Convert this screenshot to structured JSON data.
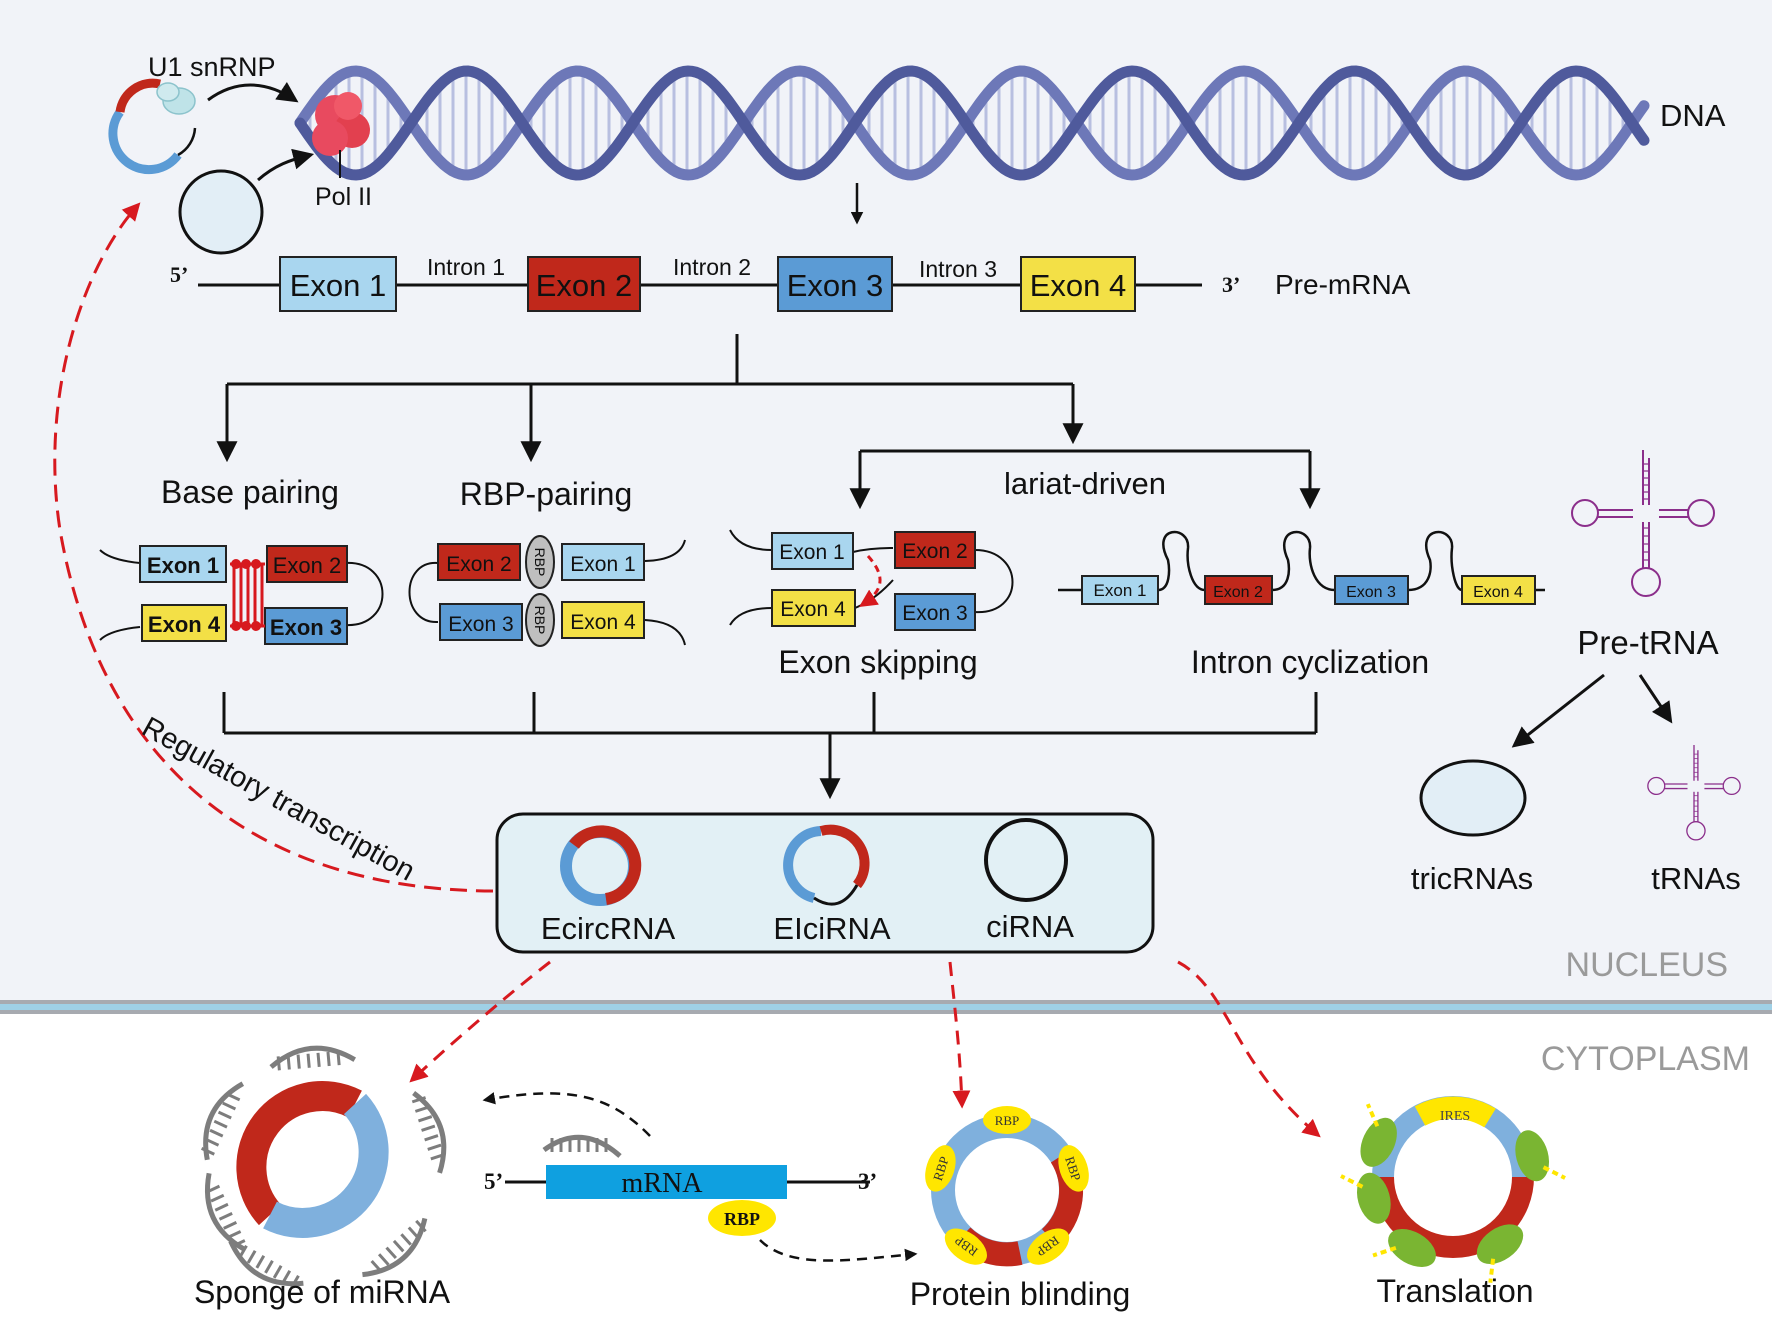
{
  "top_labels": {
    "u1": "U1 snRNP",
    "pol": "Pol II",
    "dna": "DNA",
    "pre_mrna": "Pre-mRNA",
    "five_prime": "5’",
    "three_prime": "3’"
  },
  "pre_mrna": {
    "exons": [
      "Exon 1",
      "Exon 2",
      "Exon 3",
      "Exon 4"
    ],
    "introns": [
      "Intron 1",
      "Intron 2",
      "Intron 3"
    ]
  },
  "mechanisms": {
    "base_pairing": "Base pairing",
    "rbp_pairing": "RBP-pairing",
    "lariat": "lariat-driven",
    "exon_skipping": "Exon skipping",
    "intron_cyclization": "Intron cyclization",
    "rbp": "RBP"
  },
  "circ_types": [
    "EcircRNA",
    "EIciRNA",
    "ciRNA"
  ],
  "regulatory": "Regulatory transcription",
  "trna": {
    "pre": "Pre-tRNA",
    "tric": "tricRNAs",
    "trnas": "tRNAs"
  },
  "compartments": {
    "nucleus": "NUCLEUS",
    "cytoplasm": "CYTOPLASM"
  },
  "functions": {
    "sponge": "Sponge of miRNA",
    "mrna": "mRNA",
    "mrna_5": "5’",
    "mrna_3": "3’",
    "rbp": "RBP",
    "protein": "Protein blinding",
    "translation": "Translation",
    "ires": "IRES"
  },
  "colors": {
    "exon1": "#a9d6ef",
    "exon2": "#c0281b",
    "exon3": "#5b9bd5",
    "exon4": "#f3e046",
    "dna": "#4f5a9c",
    "pol": "#e84a5f",
    "trna": "#8b2e8b",
    "rbp": "#ffe600",
    "green": "#7ab532"
  }
}
